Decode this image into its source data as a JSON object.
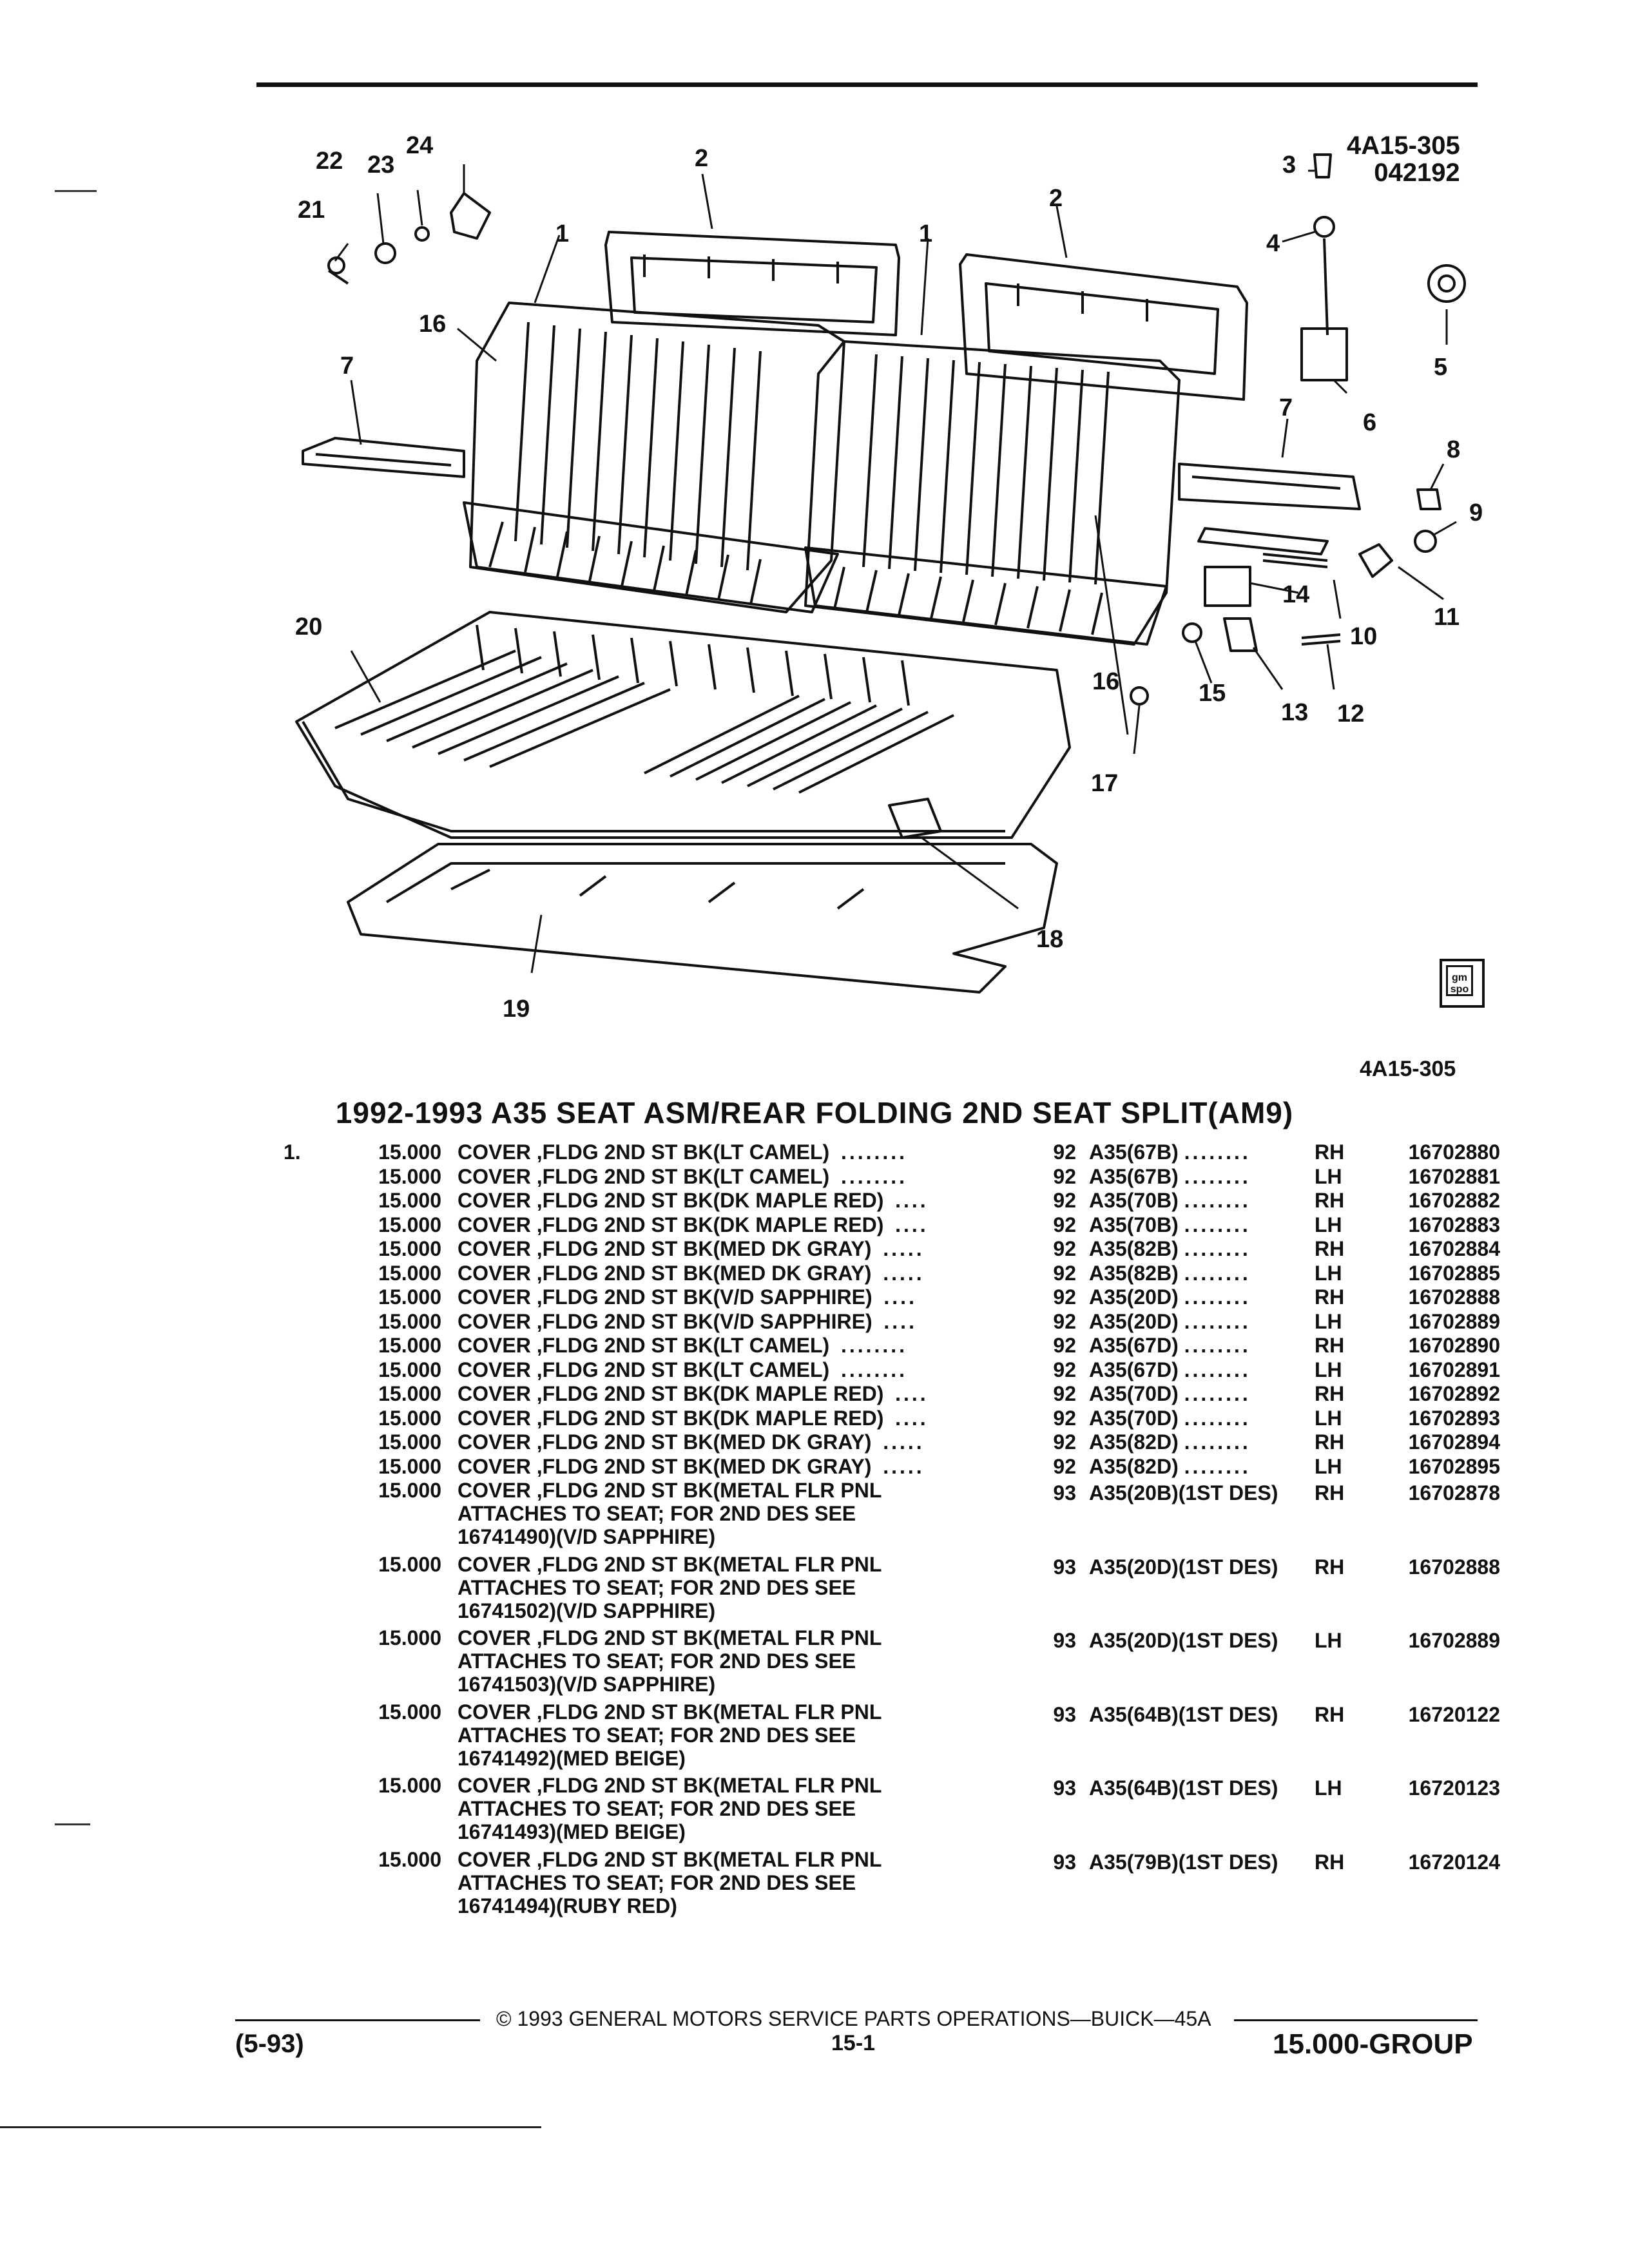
{
  "diagram": {
    "ref_code": "4A15-305",
    "ref_date": "042192",
    "callouts": [
      "1",
      "1",
      "2",
      "2",
      "3",
      "4",
      "5",
      "6",
      "7",
      "7",
      "8",
      "9",
      "10",
      "11",
      "12",
      "13",
      "14",
      "15",
      "16",
      "16",
      "17",
      "18",
      "19",
      "20",
      "21",
      "22",
      "23",
      "24"
    ],
    "logo_text": "gm spo"
  },
  "page_code": "4A15-305",
  "title": "1992-1993 A35 SEAT ASM/REAR FOLDING 2ND SEAT SPLIT(AM9)",
  "parts": [
    {
      "ref": "1.",
      "qty": "15.000",
      "desc": "COVER ,FLDG 2ND ST BK(LT CAMEL)",
      "dots": "........",
      "year": "92",
      "model": "A35(67B)",
      "mdots": "........",
      "side": "RH",
      "part": "16702880"
    },
    {
      "ref": "",
      "qty": "15.000",
      "desc": "COVER ,FLDG 2ND ST BK(LT CAMEL)",
      "dots": "........",
      "year": "92",
      "model": "A35(67B)",
      "mdots": "........",
      "side": "LH",
      "part": "16702881"
    },
    {
      "ref": "",
      "qty": "15.000",
      "desc": "COVER ,FLDG 2ND ST BK(DK MAPLE RED)",
      "dots": "....",
      "year": "92",
      "model": "A35(70B)",
      "mdots": "........",
      "side": "RH",
      "part": "16702882"
    },
    {
      "ref": "",
      "qty": "15.000",
      "desc": "COVER ,FLDG 2ND ST BK(DK MAPLE RED)",
      "dots": "....",
      "year": "92",
      "model": "A35(70B)",
      "mdots": "........",
      "side": "LH",
      "part": "16702883"
    },
    {
      "ref": "",
      "qty": "15.000",
      "desc": "COVER ,FLDG 2ND ST BK(MED DK GRAY)",
      "dots": ".....",
      "year": "92",
      "model": "A35(82B)",
      "mdots": "........",
      "side": "RH",
      "part": "16702884"
    },
    {
      "ref": "",
      "qty": "15.000",
      "desc": "COVER ,FLDG 2ND ST BK(MED DK GRAY)",
      "dots": ".....",
      "year": "92",
      "model": "A35(82B)",
      "mdots": "........",
      "side": "LH",
      "part": "16702885"
    },
    {
      "ref": "",
      "qty": "15.000",
      "desc": "COVER ,FLDG 2ND ST BK(V/D SAPPHIRE)",
      "dots": "....",
      "year": "92",
      "model": "A35(20D)",
      "mdots": "........",
      "side": "RH",
      "part": "16702888"
    },
    {
      "ref": "",
      "qty": "15.000",
      "desc": "COVER ,FLDG 2ND ST BK(V/D SAPPHIRE)",
      "dots": "....",
      "year": "92",
      "model": "A35(20D)",
      "mdots": "........",
      "side": "LH",
      "part": "16702889"
    },
    {
      "ref": "",
      "qty": "15.000",
      "desc": "COVER ,FLDG 2ND ST BK(LT CAMEL)",
      "dots": "........",
      "year": "92",
      "model": "A35(67D)",
      "mdots": "........",
      "side": "RH",
      "part": "16702890"
    },
    {
      "ref": "",
      "qty": "15.000",
      "desc": "COVER ,FLDG 2ND ST BK(LT CAMEL)",
      "dots": "........",
      "year": "92",
      "model": "A35(67D)",
      "mdots": "........",
      "side": "LH",
      "part": "16702891"
    },
    {
      "ref": "",
      "qty": "15.000",
      "desc": "COVER ,FLDG 2ND ST BK(DK MAPLE RED)",
      "dots": "....",
      "year": "92",
      "model": "A35(70D)",
      "mdots": "........",
      "side": "RH",
      "part": "16702892"
    },
    {
      "ref": "",
      "qty": "15.000",
      "desc": "COVER ,FLDG 2ND ST BK(DK MAPLE RED)",
      "dots": "....",
      "year": "92",
      "model": "A35(70D)",
      "mdots": "........",
      "side": "LH",
      "part": "16702893"
    },
    {
      "ref": "",
      "qty": "15.000",
      "desc": "COVER ,FLDG 2ND ST BK(MED DK GRAY)",
      "dots": ".....",
      "year": "92",
      "model": "A35(82D)",
      "mdots": "........",
      "side": "RH",
      "part": "16702894"
    },
    {
      "ref": "",
      "qty": "15.000",
      "desc": "COVER ,FLDG 2ND ST BK(MED DK GRAY)",
      "dots": ".....",
      "year": "92",
      "model": "A35(82D)",
      "mdots": "........",
      "side": "LH",
      "part": "16702895"
    },
    {
      "ref": "",
      "qty": "15.000",
      "desc": "COVER ,FLDG 2ND ST BK(METAL FLR PNL\nATTACHES TO SEAT; FOR 2ND DES SEE\n16741490)(V/D SAPPHIRE)",
      "dots": "",
      "year": "93",
      "model": "A35(20B)(1ST DES)",
      "mdots": "",
      "side": "RH",
      "part": "16702878"
    },
    {
      "ref": "",
      "qty": "15.000",
      "desc": "COVER ,FLDG 2ND ST BK(METAL FLR PNL\nATTACHES TO SEAT; FOR 2ND DES SEE\n16741502)(V/D SAPPHIRE)",
      "dots": "",
      "year": "93",
      "model": "A35(20D)(1ST DES)",
      "mdots": "",
      "side": "RH",
      "part": "16702888"
    },
    {
      "ref": "",
      "qty": "15.000",
      "desc": "COVER ,FLDG 2ND ST BK(METAL FLR PNL\nATTACHES TO SEAT; FOR 2ND DES SEE\n16741503)(V/D SAPPHIRE)",
      "dots": "",
      "year": "93",
      "model": "A35(20D)(1ST DES)",
      "mdots": "",
      "side": "LH",
      "part": "16702889"
    },
    {
      "ref": "",
      "qty": "15.000",
      "desc": "COVER ,FLDG 2ND ST BK(METAL FLR PNL\nATTACHES TO SEAT; FOR 2ND DES SEE\n16741492)(MED BEIGE)",
      "dots": "",
      "year": "93",
      "model": "A35(64B)(1ST DES)",
      "mdots": "",
      "side": "RH",
      "part": "16720122"
    },
    {
      "ref": "",
      "qty": "15.000",
      "desc": "COVER ,FLDG 2ND ST BK(METAL FLR PNL\nATTACHES TO SEAT; FOR 2ND DES SEE\n16741493)(MED BEIGE)",
      "dots": "",
      "year": "93",
      "model": "A35(64B)(1ST DES)",
      "mdots": "",
      "side": "LH",
      "part": "16720123"
    },
    {
      "ref": "",
      "qty": "15.000",
      "desc": "COVER ,FLDG 2ND ST BK(METAL FLR PNL\nATTACHES TO SEAT; FOR 2ND DES SEE\n16741494)(RUBY RED)",
      "dots": "",
      "year": "93",
      "model": "A35(79B)(1ST DES)",
      "mdots": "",
      "side": "RH",
      "part": "16720124"
    }
  ],
  "footer": {
    "copyright": "© 1993 GENERAL MOTORS SERVICE PARTS OPERATIONS—BUICK—45A",
    "date_code": "(5-93)",
    "page": "15-1",
    "group": "15.000-GROUP"
  }
}
